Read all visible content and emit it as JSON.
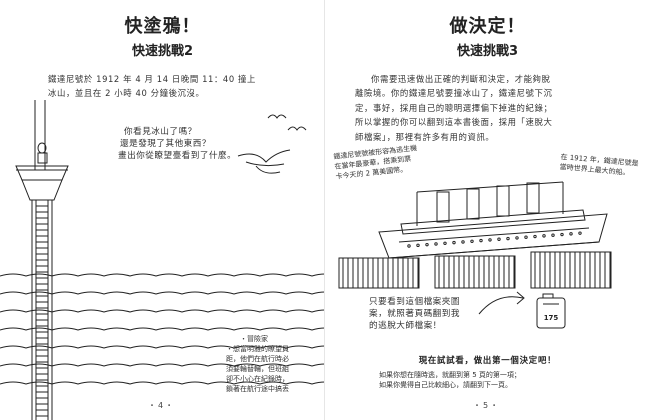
{
  "left_page": {
    "title": "快塗鴉！",
    "subtitle": "快速挑戰2",
    "intro_lines": [
      "鐵達尼號於 1912 年 4 月 14 日晚間 11：40 撞上",
      "冰山，並且在 2 小時 40 分鐘後沉沒。"
    ],
    "speech_lines": [
      "你看見冰山了嗎？",
      "還是發現了其他東西？",
      "畫出你從瞭望臺看到了什麼。"
    ],
    "fact_lines": [
      "・冒險家",
      "・想當明雅的瞭望員",
      "距，他們在航行時必",
      "須要輪替輪，但班組",
      "卻不小心在紀錄時，",
      "鎖著在航行途中搞丟"
    ],
    "page_number": "・4・"
  },
  "right_page": {
    "title": "做決定！",
    "subtitle": "快速挑戰3",
    "intro_lines": [
      "你需要迅速做出正確的判斷和決定，才能夠脫",
      "離險境。你的鐵達尼號要撞冰山了，鐵達尼號下沉",
      "定，事好，採用自己的聰明選擇偏下掉進的紀錄；",
      "所以掌握的你可以翻到這本書後面，採用「速脫大",
      "師檔案」，那裡有許多有用的資訊。"
    ],
    "note_left_lines": [
      "鐵達尼號號被形容為逃生機",
      "在當年最豪華，搭乘到票",
      "卡今天的 2 萬美國幣。"
    ],
    "note_right_lines": [
      "在 1912 年，鐵達尼號是",
      "當時世界上最大的船。"
    ],
    "hint_lines": [
      "只要看到這個檔案夾圖",
      "案，就照著頁碼翻到我",
      "的逃脫大師檔案！"
    ],
    "file_page_number": "175",
    "callout": "現在試試看，做出第一個決定吧！",
    "footer_lines": [
      "如果你想在隨時逃，就翻到第 5 頁的第一項；",
      "如果你覺得自己比較細心，請翻到下一頁。"
    ],
    "page_number": "・5・"
  }
}
